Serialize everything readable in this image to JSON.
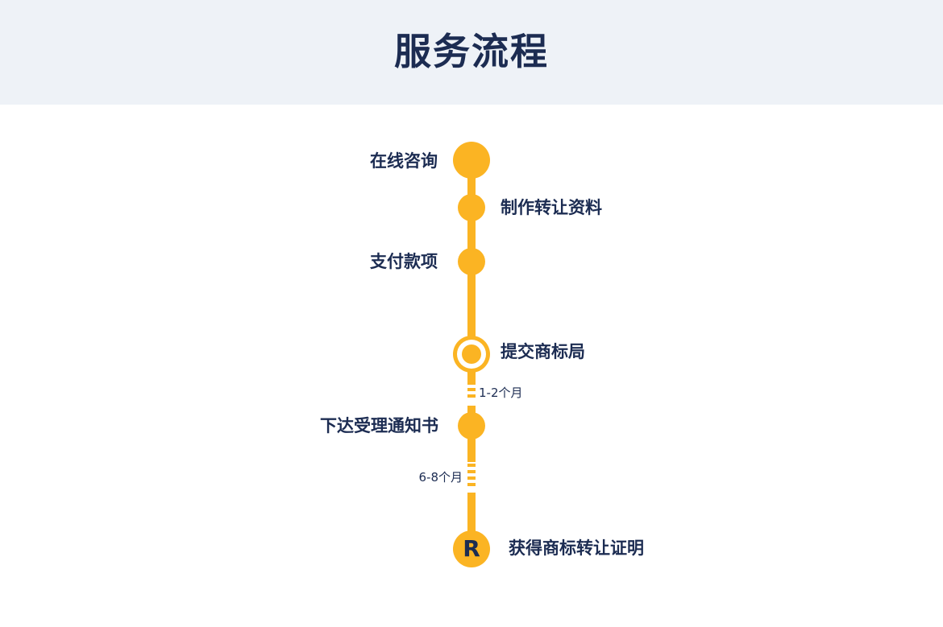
{
  "header": {
    "title": "服务流程"
  },
  "steps": [
    {
      "label": "在线咨询"
    },
    {
      "label": "制作转让资料"
    },
    {
      "label": "支付款项"
    },
    {
      "label": "提交商标局"
    },
    {
      "label": "下达受理通知书"
    },
    {
      "label": "获得商标转让证明",
      "badge": "R"
    }
  ],
  "durations": [
    {
      "label": "1-2个月"
    },
    {
      "label": "6-8个月"
    }
  ],
  "colors": {
    "accent": "#fbb423",
    "text": "#1c2c52",
    "header_bg": "#eef2f7"
  }
}
